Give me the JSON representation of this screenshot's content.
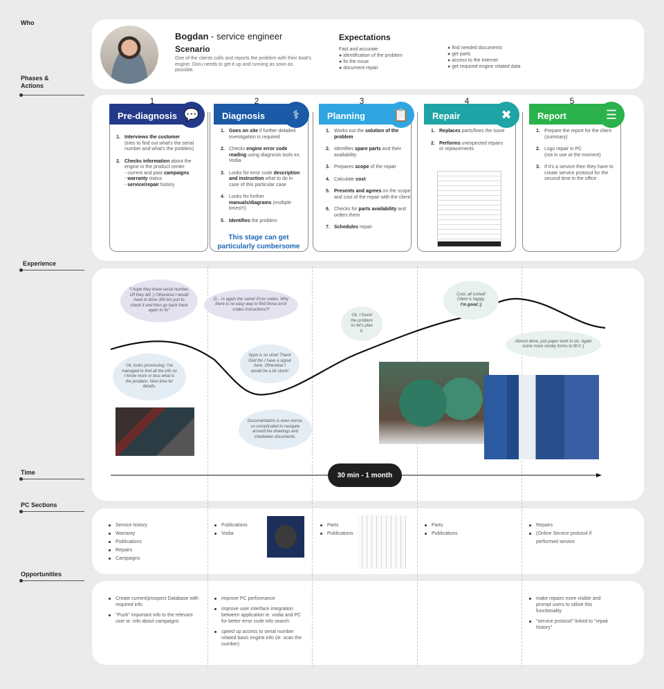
{
  "labels": {
    "who": "Who",
    "phases": "Phases &\nActions",
    "experience": "Experience",
    "time": "Time",
    "pc_sections": "PC Sections",
    "opportunities": "Opportunities"
  },
  "persona": {
    "name": "Bogdan",
    "role": " - service engineer",
    "scenario_title": "Scenario",
    "scenario": "One of the clients calls and reports the problem with their boat's engine. Doru needs to get it up and running as soon as possible.",
    "expectations_title": "Expectations",
    "exp_intro": "Fast and accurate:",
    "exp_col1": [
      "identification of the problem",
      "fix the issue",
      "document repair"
    ],
    "exp_col2": [
      "find needed documents",
      "get parts",
      "access to the internet",
      "get required engine related data"
    ]
  },
  "phases": [
    {
      "num": "1",
      "title": "Pre-diagnosis",
      "color": "#233a8a",
      "icon": "chat-bubbles-icon",
      "glyph": "💬"
    },
    {
      "num": "2",
      "title": "Diagnosis",
      "color": "#1a5aa6",
      "icon": "stethoscope-icon",
      "glyph": "⚕"
    },
    {
      "num": "3",
      "title": "Planning",
      "color": "#2fa6e0",
      "icon": "clipboard-icon",
      "glyph": "📋"
    },
    {
      "num": "4",
      "title": "Repair",
      "color": "#1ea4a4",
      "icon": "wrench-icon",
      "glyph": "✖"
    },
    {
      "num": "5",
      "title": "Report",
      "color": "#2bb24c",
      "icon": "checklist-icon",
      "glyph": "☰"
    }
  ],
  "actions": {
    "p1": [
      [
        [
          "b",
          "Interviews the customer"
        ],
        [
          "t",
          "\n(tries to find out what's the serial number and what's the problem)"
        ]
      ],
      [
        [
          "b",
          "Checks information"
        ],
        [
          "t",
          " about the engine in the product center\n- current and past "
        ],
        [
          "b",
          "campaigns"
        ],
        [
          "t",
          "\n- "
        ],
        [
          "b",
          "warranty"
        ],
        [
          "t",
          " status\n- "
        ],
        [
          "b",
          "service/repair"
        ],
        [
          "t",
          " history"
        ]
      ]
    ],
    "p2": [
      [
        [
          "b",
          "Goes on site"
        ],
        [
          "t",
          " if further detailed investigation is required"
        ]
      ],
      [
        [
          "t",
          "Checks "
        ],
        [
          "b",
          "engine error code reading"
        ],
        [
          "t",
          " using diagnosis tools ex. Vodia"
        ]
      ],
      [
        [
          "t",
          "Looks for error code "
        ],
        [
          "b",
          "description and instruction"
        ],
        [
          "t",
          " what to do in case of this particular case"
        ]
      ],
      [
        [
          "t",
          "Looks for further "
        ],
        [
          "b",
          "manuals/diagrams"
        ],
        [
          "t",
          " (multiple times!!!)"
        ]
      ],
      [
        [
          "b",
          "Identifies"
        ],
        [
          "t",
          " the problem"
        ]
      ]
    ],
    "p3": [
      [
        [
          "t",
          "Works out the "
        ],
        [
          "b",
          "solution of the problem"
        ]
      ],
      [
        [
          "t",
          "Identifies "
        ],
        [
          "b",
          "spare parts"
        ],
        [
          "t",
          " and their availability"
        ]
      ],
      [
        [
          "t",
          "Prepares "
        ],
        [
          "b",
          "scope"
        ],
        [
          "t",
          " of the repair"
        ]
      ],
      [
        [
          "t",
          "Calculate "
        ],
        [
          "b",
          "cost"
        ]
      ],
      [
        [
          "b",
          "Presents and agrees"
        ],
        [
          "t",
          " on the scope and cost of the repair with the client"
        ]
      ],
      [
        [
          "t",
          "Checks for "
        ],
        [
          "b",
          "parts availability"
        ],
        [
          "t",
          " and orders them"
        ]
      ],
      [
        [
          "b",
          "Schedules"
        ],
        [
          "t",
          " repair"
        ]
      ]
    ],
    "p4": [
      [
        [
          "b",
          "Replaces"
        ],
        [
          "t",
          " parts/fixes the issue"
        ]
      ],
      [
        [
          "b",
          "Performs"
        ],
        [
          "t",
          " unexpected repairs or replacements"
        ]
      ]
    ],
    "p5": [
      [
        [
          "t",
          "Prepare the report for the client (summary)"
        ]
      ],
      [
        [
          "t",
          "Logs repair in PC\n(not in use at the moment)"
        ]
      ],
      [
        [
          "t",
          "If it's a service then they have to create service protocol for the second time in the office"
        ]
      ]
    ],
    "note": "This stage can get particularly cumbersome"
  },
  "experience": {
    "bubbles": [
      "\"I hope they knew serial number. Uff they did :) Otherwise I would have to drive 300 km just to check it and then go back there again to fix\"",
      "Ok, looks promissing. I've managed to find all the info so I know more or less what is the problem. Now time for details.",
      "D... m again the same! Error codes. Why there is no easy way to find those error codes instructions?!",
      "Vppn is so slow! Thank God tho I have a signal here. Otherwise I would be a bit stuck!",
      "Documentation is even worse, so complicated to navigate around the drawings and inbetween documents.",
      "Ok, I found the problem so let's plan it.",
      "Cool, all sorted! Client is happy.",
      "I'm good ;)",
      "Almost done, just paper work to do. Again some more clunky forms to fill it :)"
    ]
  },
  "time": "30 min - 1 month",
  "pc": {
    "c1": [
      "Service history",
      "Warranty",
      "Publications",
      "Repairs",
      "Campaigns"
    ],
    "c2": [
      "Publications",
      "Vodia"
    ],
    "c3": [
      "Parts",
      "Publications"
    ],
    "c4": [
      "Parts",
      "Publications"
    ],
    "c5": [
      "Repairs",
      "(Online Service protocol if performed service"
    ]
  },
  "opp": {
    "c1": [
      "Create current/prospect Database with required info",
      "\"Push\" important info to the relevant user ie. info about campaigns"
    ],
    "c2": [
      "improve PC performance",
      "improve user interface integration between application ie. vodia and PC for better error code info search",
      "speed up access to serial number related basic engine info (ie. scan the number)"
    ],
    "c5": [
      "make repairs more visible and prompt users to utilise this functionality",
      "\"service protocol\" linked to \"repair history\""
    ]
  }
}
